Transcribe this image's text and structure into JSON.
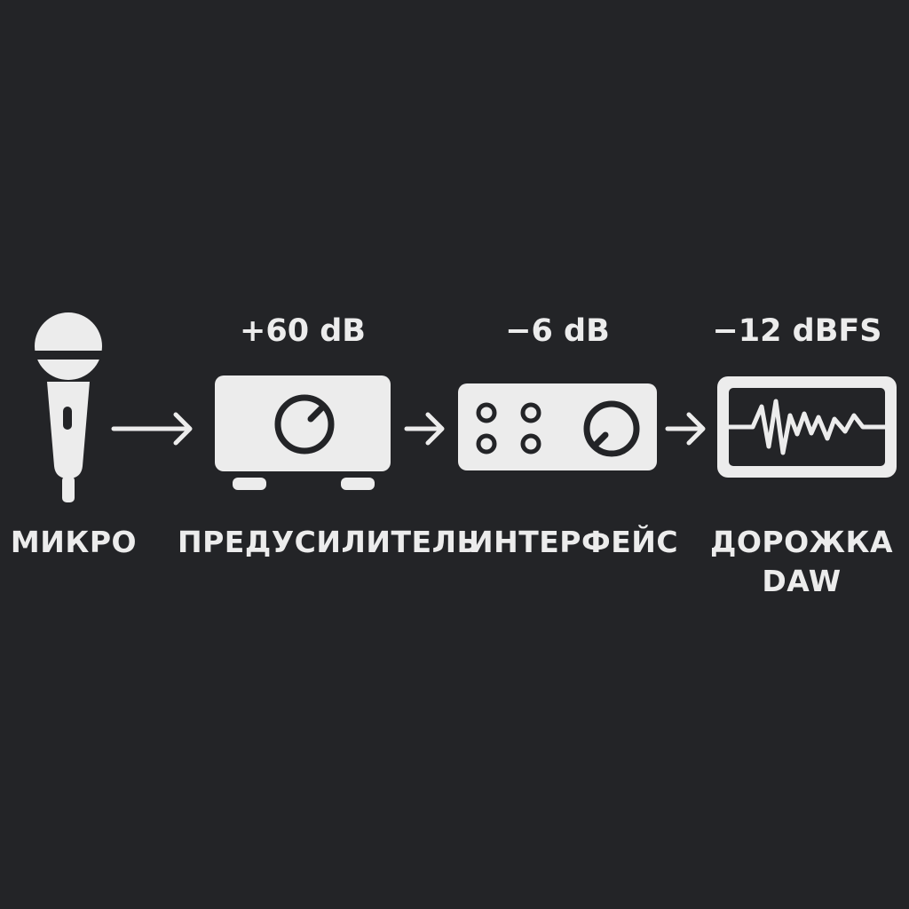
{
  "stages": [
    {
      "label": "МИКРО",
      "icon": "microphone-icon"
    },
    {
      "label": "ПРЕДУСИЛИТЕЛЬ",
      "level": "+60 dB",
      "icon": "preamp-icon"
    },
    {
      "label": "ИНТЕРФЕЙС",
      "level": "−6 dB",
      "icon": "audio-interface-icon"
    },
    {
      "label": "ДОРОЖКА",
      "label2": "DAW",
      "level": "−12 dBFS",
      "icon": "daw-track-icon"
    }
  ],
  "colors": {
    "background": "#232427",
    "foreground": "#ECECEC"
  }
}
